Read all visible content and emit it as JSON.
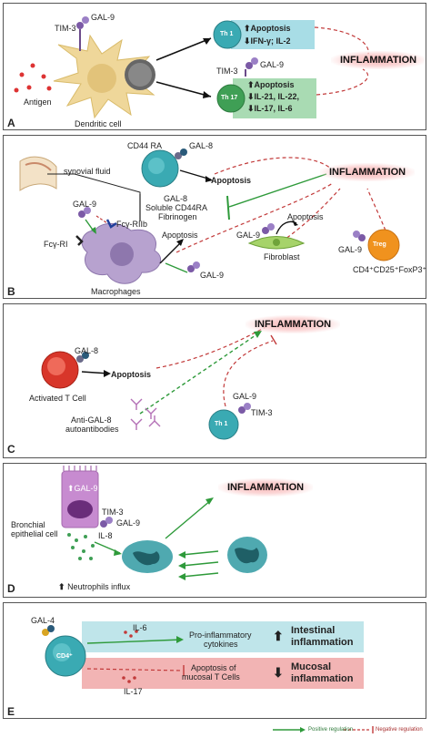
{
  "panels": {
    "A": {
      "letter": "A",
      "gal9_top": "GAL-9",
      "tim3_top": "TIM-3",
      "antigen": "Antigen",
      "dendritic": "Dendritic cell",
      "th1": "Th 1",
      "th1_effects": [
        "Apoptosis",
        "IFN-γ; IL-2"
      ],
      "tim3_th17": "TIM-3",
      "gal9_th17": "GAL-9",
      "th17": "Th 17",
      "th17_effects": [
        "Apoptosis",
        "IL-21, IL-22,",
        "IL-17, IL-6"
      ],
      "inflammation": "INFLAMMATION"
    },
    "B": {
      "letter": "B",
      "cd44": "CD44 RA",
      "gal8": "GAL-8",
      "apoptosis": "Apoptosis",
      "synovial": "synovial fluid",
      "blockers": [
        "GAL-8",
        "Soluble CD44RA",
        "Fibrinogen"
      ],
      "inflammation": "INFLAMMATION",
      "gal9_left": "GAL-9",
      "fcgr2b": "Fcγ-RIIb",
      "fcgr1": "Fcγ-RI",
      "macrophages": "Macrophages",
      "mac_apoptosis": "Apoptosis",
      "gal9_mac": "GAL-9",
      "fibro_apoptosis": "Apoptosis",
      "gal9_fibro": "GAL-9",
      "fibroblast": "Fibroblast",
      "gal9_treg": "GAL-9",
      "treg": "Treg",
      "treg_phenotype": "CD4⁺CD25⁺FoxP3⁺"
    },
    "C": {
      "letter": "C",
      "gal8": "GAL-8",
      "apoptosis": "Apoptosis",
      "activated_t": "Activated T Cell",
      "inflammation": "INFLAMMATION",
      "antibodies": [
        "Anti-GAL-8",
        "autoantibodies"
      ],
      "gal9": "GAL-9",
      "tim3": "TIM-3",
      "th1": "Th 1"
    },
    "D": {
      "letter": "D",
      "gal9_cell": "GAL-9",
      "tim3": "TIM-3",
      "gal9": "GAL-9",
      "bronchial": [
        "Bronchial",
        "epithelial cell"
      ],
      "il8": "IL-8",
      "inflammation": "INFLAMMATION",
      "neutrophils": "Neutrophils influx"
    },
    "E": {
      "letter": "E",
      "gal4": "GAL-4",
      "cd4": "CD4⁺",
      "il6": "IL-6",
      "pro_inflammatory": [
        "Pro-inflammatory",
        "cytokines"
      ],
      "intestinal": [
        "Intestinal",
        "inflammation"
      ],
      "apoptosis_mucosal": [
        "Apoptosis of",
        "mucosal T Cells"
      ],
      "il17": "IL-17",
      "mucosal": [
        "Mucosal",
        "inflammation"
      ]
    }
  },
  "legend": {
    "positive": "Positive regulation",
    "negative": "Negative regulation"
  },
  "colors": {
    "positive": "#2e9a3a",
    "negative": "#c23a3a",
    "th1_box": "#a8dde6",
    "th17_box": "#a9dbb3",
    "intestinal_box": "#bfe5ea",
    "mucosal_box": "#f2b4b4",
    "cell_teal": "#3aaab3",
    "treg_orange": "#f0921e",
    "macrophage": "#b7a2cf",
    "dendritic": "#efd79a"
  }
}
